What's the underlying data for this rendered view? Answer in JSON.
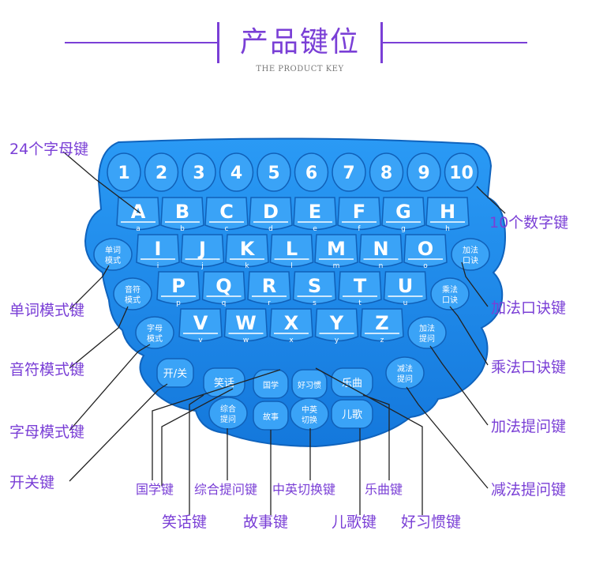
{
  "header": {
    "title": "产品键位",
    "subtitle": "THE PRODUCT KEY"
  },
  "keys": {
    "numbers": [
      "1",
      "2",
      "3",
      "4",
      "5",
      "6",
      "7",
      "8",
      "9",
      "10"
    ],
    "row1": [
      {
        "u": "A",
        "l": "a"
      },
      {
        "u": "B",
        "l": "b"
      },
      {
        "u": "C",
        "l": "c"
      },
      {
        "u": "D",
        "l": "d"
      },
      {
        "u": "E",
        "l": "e"
      },
      {
        "u": "F",
        "l": "f"
      },
      {
        "u": "G",
        "l": "g"
      },
      {
        "u": "H",
        "l": "h"
      }
    ],
    "row2": [
      {
        "u": "I",
        "l": "i"
      },
      {
        "u": "J",
        "l": "j"
      },
      {
        "u": "K",
        "l": "k"
      },
      {
        "u": "L",
        "l": "l"
      },
      {
        "u": "M",
        "l": "m"
      },
      {
        "u": "N",
        "l": "n"
      },
      {
        "u": "O",
        "l": "o"
      }
    ],
    "row3": [
      {
        "u": "P",
        "l": "p"
      },
      {
        "u": "Q",
        "l": "q"
      },
      {
        "u": "R",
        "l": "r"
      },
      {
        "u": "S",
        "l": "s"
      },
      {
        "u": "T",
        "l": "t"
      },
      {
        "u": "U",
        "l": "u"
      }
    ],
    "row4": [
      {
        "u": "V",
        "l": "v"
      },
      {
        "u": "W",
        "l": "w"
      },
      {
        "u": "X",
        "l": "x"
      },
      {
        "u": "Y",
        "l": "y"
      },
      {
        "u": "Z",
        "l": "z"
      }
    ],
    "fn": {
      "word_mode": [
        "单词",
        "模式"
      ],
      "add_formula": [
        "加法",
        "口诀"
      ],
      "phonetic_mode": [
        "音符",
        "模式"
      ],
      "mult_formula": [
        "乘法",
        "口诀"
      ],
      "letter_mode": [
        "字母",
        "模式"
      ],
      "add_question": [
        "加法",
        "提问"
      ],
      "power": "开/关",
      "jokes": "笑话",
      "guoxue": "国学",
      "habits": "好习惯",
      "music": "乐曲",
      "sub_question": [
        "减法",
        "提问"
      ],
      "mixed_question": [
        "综合",
        "提问"
      ],
      "story": "故事",
      "cn_en": [
        "中英",
        "切换"
      ],
      "songs": "儿歌"
    }
  },
  "labels": {
    "letters24": "24个字母键",
    "numbers10": "10个数字键",
    "word_mode": "单词模式键",
    "add_formula": "加法口诀键",
    "phonetic_mode": "音符模式键",
    "mult_formula": "乘法口诀键",
    "letter_mode": "字母模式键",
    "add_question": "加法提问键",
    "power": "开关键",
    "sub_question": "减法提问键",
    "guoxue": "国学键",
    "mixed_question": "综合提问键",
    "cn_en": "中英切换键",
    "music": "乐曲键",
    "jokes": "笑话键",
    "story": "故事键",
    "songs": "儿歌键",
    "habits": "好习惯键"
  },
  "colors": {
    "accent": "#7a3fd6",
    "keyboard": "#1f8ef0",
    "key": "#3aa3f7",
    "key_outline": "#1060b8"
  }
}
